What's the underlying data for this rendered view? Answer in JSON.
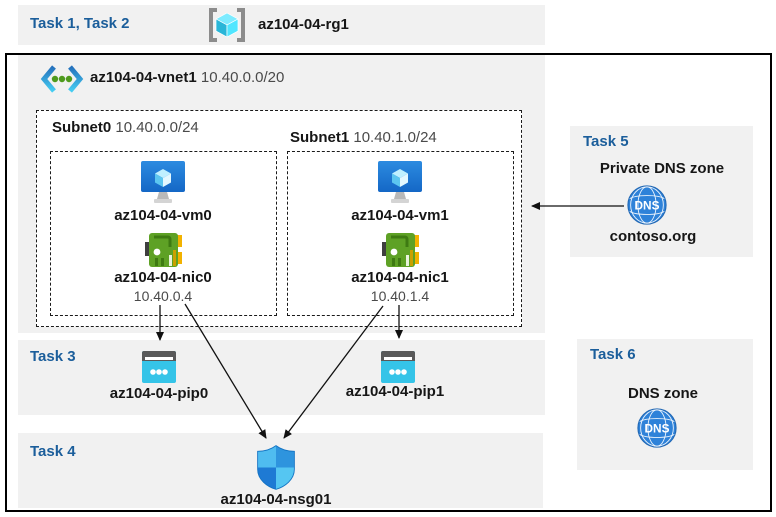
{
  "diagram": {
    "title_area": {
      "task12_label": "Task 1, Task 2",
      "resource_group": "az104-04-rg1"
    },
    "vnet": {
      "name": "az104-04-vnet1",
      "cidr": "10.40.0.0/20"
    },
    "subnets": [
      {
        "name": "Subnet0",
        "cidr": "10.40.0.0/24",
        "vm": "az104-04-vm0",
        "nic": "az104-04-nic0",
        "nic_ip": "10.40.0.4"
      },
      {
        "name": "Subnet1",
        "cidr": "10.40.1.0/24",
        "vm": "az104-04-vm1",
        "nic": "az104-04-nic1",
        "nic_ip": "10.40.1.4"
      }
    ],
    "task3": {
      "label": "Task 3",
      "pip0": "az104-04-pip0",
      "pip1": "az104-04-pip1"
    },
    "task4": {
      "label": "Task 4",
      "nsg": "az104-04-nsg01"
    },
    "task5": {
      "label": "Task 5",
      "title": "Private DNS zone",
      "zone_name": "contoso.org",
      "dns_icon_text": "DNS"
    },
    "task6": {
      "label": "Task 6",
      "title": "DNS zone",
      "dns_icon_text": "DNS"
    },
    "colors": {
      "task_label_blue": "#1b5e9b",
      "band_gray": "#f1f1f1",
      "border_black": "#000000",
      "vm_blue": "#1d7fd8",
      "nic_green": "#5ea125",
      "nic_yellow": "#f2b200",
      "pip_cyan": "#35c4e8",
      "pip_gray": "#595959",
      "nsg_blues": [
        "#4fbcf0",
        "#2e94de",
        "#1e7ad4",
        "#55c6f2"
      ],
      "dns_blue": "#2e82d9",
      "rg_cyan": "#50e6ff",
      "vnet_dot_green": "#4e9a1d"
    }
  }
}
